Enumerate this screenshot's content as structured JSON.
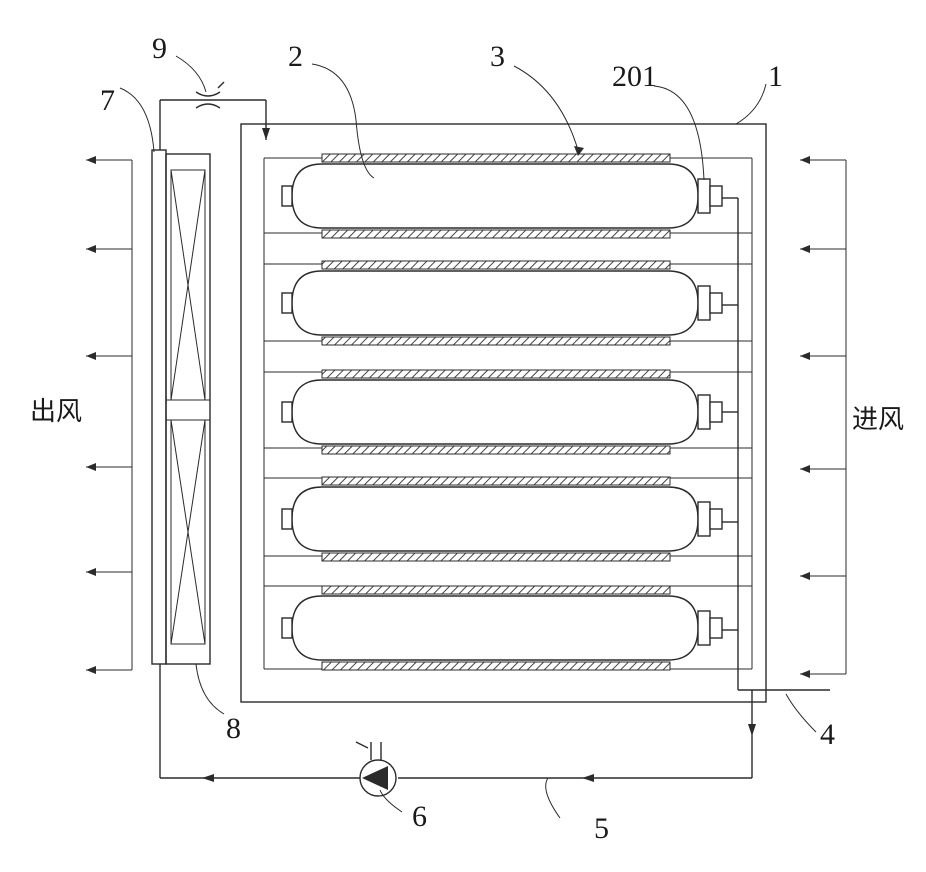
{
  "labels": {
    "part_1": "1",
    "part_2": "2",
    "part_201": "201",
    "part_3": "3",
    "part_4": "4",
    "part_5": "5",
    "part_6": "6",
    "part_7": "7",
    "part_8": "8",
    "part_9": "9",
    "air_out": "出风",
    "air_in": "进风"
  },
  "tank_count": 5,
  "arrow_count_each_side": 6
}
